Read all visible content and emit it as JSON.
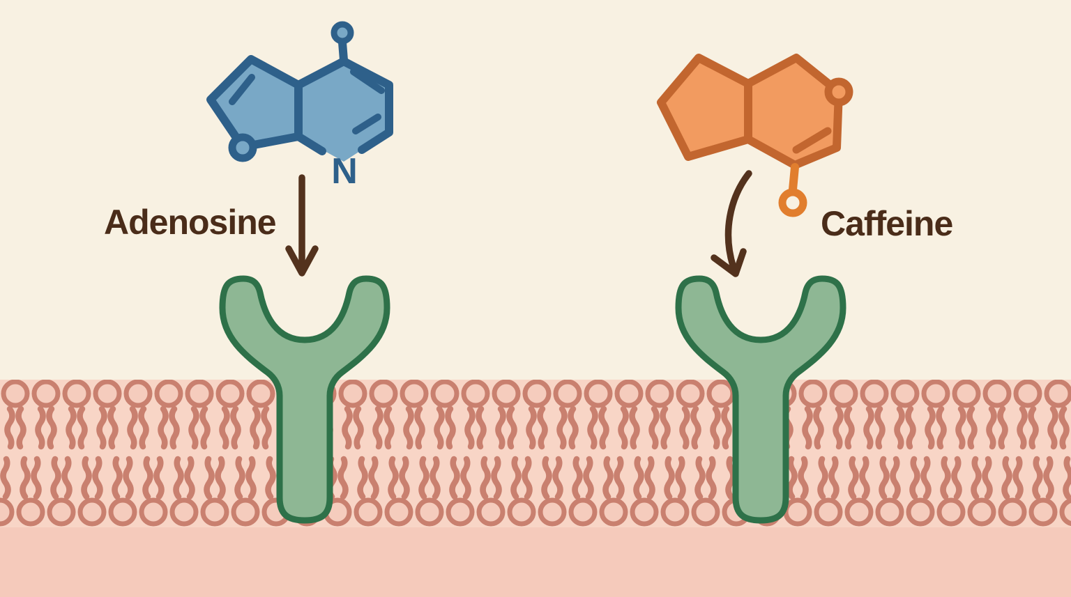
{
  "colors": {
    "bg-cream": "#f8f1e2",
    "bg-pink": "#f5cabb",
    "membrane-bg": "#f8d5c6",
    "lipid-stroke": "#c9806f",
    "lipid-fill": "#f5ccbd",
    "receptor-fill": "#8eb794",
    "receptor-stroke": "#2e7149",
    "mol-blue-fill": "#79a8c6",
    "mol-blue-stroke": "#2e608a",
    "mol-orange-fill": "#f29b60",
    "mol-orange-stroke": "#c2662f",
    "mol-orange-bright": "#e17e2e",
    "arrow-brown": "#53321d",
    "text-brown": "#4a2c19"
  },
  "left_panel": {
    "molecule_label": "Adenosine",
    "atom_label": "N"
  },
  "right_panel": {
    "molecule_label": "Caffeine"
  }
}
